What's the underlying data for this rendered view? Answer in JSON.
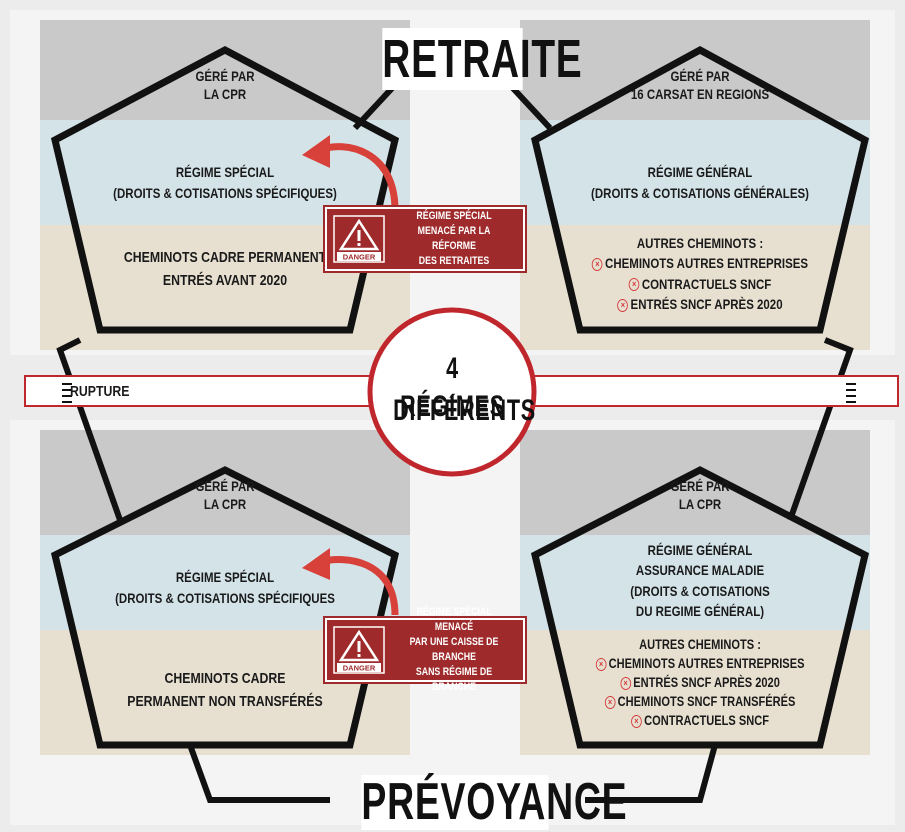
{
  "header": {
    "title": "RETRAITE"
  },
  "footer": {
    "title": "PRÉVOYANCE"
  },
  "center": {
    "line1": "4 RÉGIMES",
    "line2": "DIFFÉRENTS"
  },
  "rupture": {
    "label": "RUPTURE"
  },
  "retraite_left": {
    "managed": [
      "GÉRÉ PAR",
      "LA CPR"
    ],
    "regime": [
      "RÉGIME SPÉCIAL",
      "(DROITS & COTISATIONS SPÉCIFIQUES)"
    ],
    "population": [
      "CHEMINOTS CADRE PERMANENT",
      "ENTRÉS AVANT 2020"
    ]
  },
  "retraite_right": {
    "managed": [
      "GÉRÉ PAR",
      "16 CARSAT EN REGIONS"
    ],
    "regime": [
      "RÉGIME GÉNÉRAL",
      "(DROITS & COTISATIONS GÉNÉRALES)"
    ],
    "population_title": "AUTRES CHEMINOTS :",
    "population_items": [
      "CHEMINOTS AUTRES ENTREPRISES",
      "CONTRACTUELS SNCF",
      "ENTRÉS SNCF APRÈS 2020"
    ]
  },
  "prevoyance_left": {
    "managed": [
      "GÉRÉ PAR",
      "LA CPR"
    ],
    "regime": [
      "RÉGIME SPÉCIAL",
      "(DROITS & COTISATIONS SPÉCIFIQUES"
    ],
    "population": [
      "CHEMINOTS CADRE",
      "PERMANENT NON TRANSFÉRÉS"
    ]
  },
  "prevoyance_right": {
    "managed": [
      "GÉRÉ PAR",
      "LA CPR"
    ],
    "regime": [
      "RÉGIME GÉNÉRAL",
      "ASSURANCE MALADIE",
      "(DROITS & COTISATIONS",
      "DU REGIME GÉNÉRAL)"
    ],
    "population_title": "AUTRES CHEMINOTS :",
    "population_items": [
      "CHEMINOTS AUTRES ENTREPRISES",
      "ENTRÉS SNCF APRÈS 2020",
      "CHEMINOTS SNCF TRANSFÉRÉS",
      "CONTRACTUELS SNCF"
    ]
  },
  "warning_top": {
    "icon_label": "DANGER",
    "lines": [
      "RÉGIME SPÉCIAL",
      "MENACÉ PAR LA RÉFORME",
      "DES RETRAITES"
    ]
  },
  "warning_bottom": {
    "icon_label": "DANGER",
    "lines": [
      "RÉGIME SPÉCIAL MENACÉ",
      "PAR UNE CAISSE DE BRANCHE",
      "SANS RÉGIME DE BRANCHE"
    ]
  },
  "colors": {
    "managed_band": "#c8c8c8",
    "regime_band": "#d3e3e8",
    "population_band": "#e7e0d1",
    "danger": "#9e2a2b",
    "arrow": "#d8403a"
  }
}
